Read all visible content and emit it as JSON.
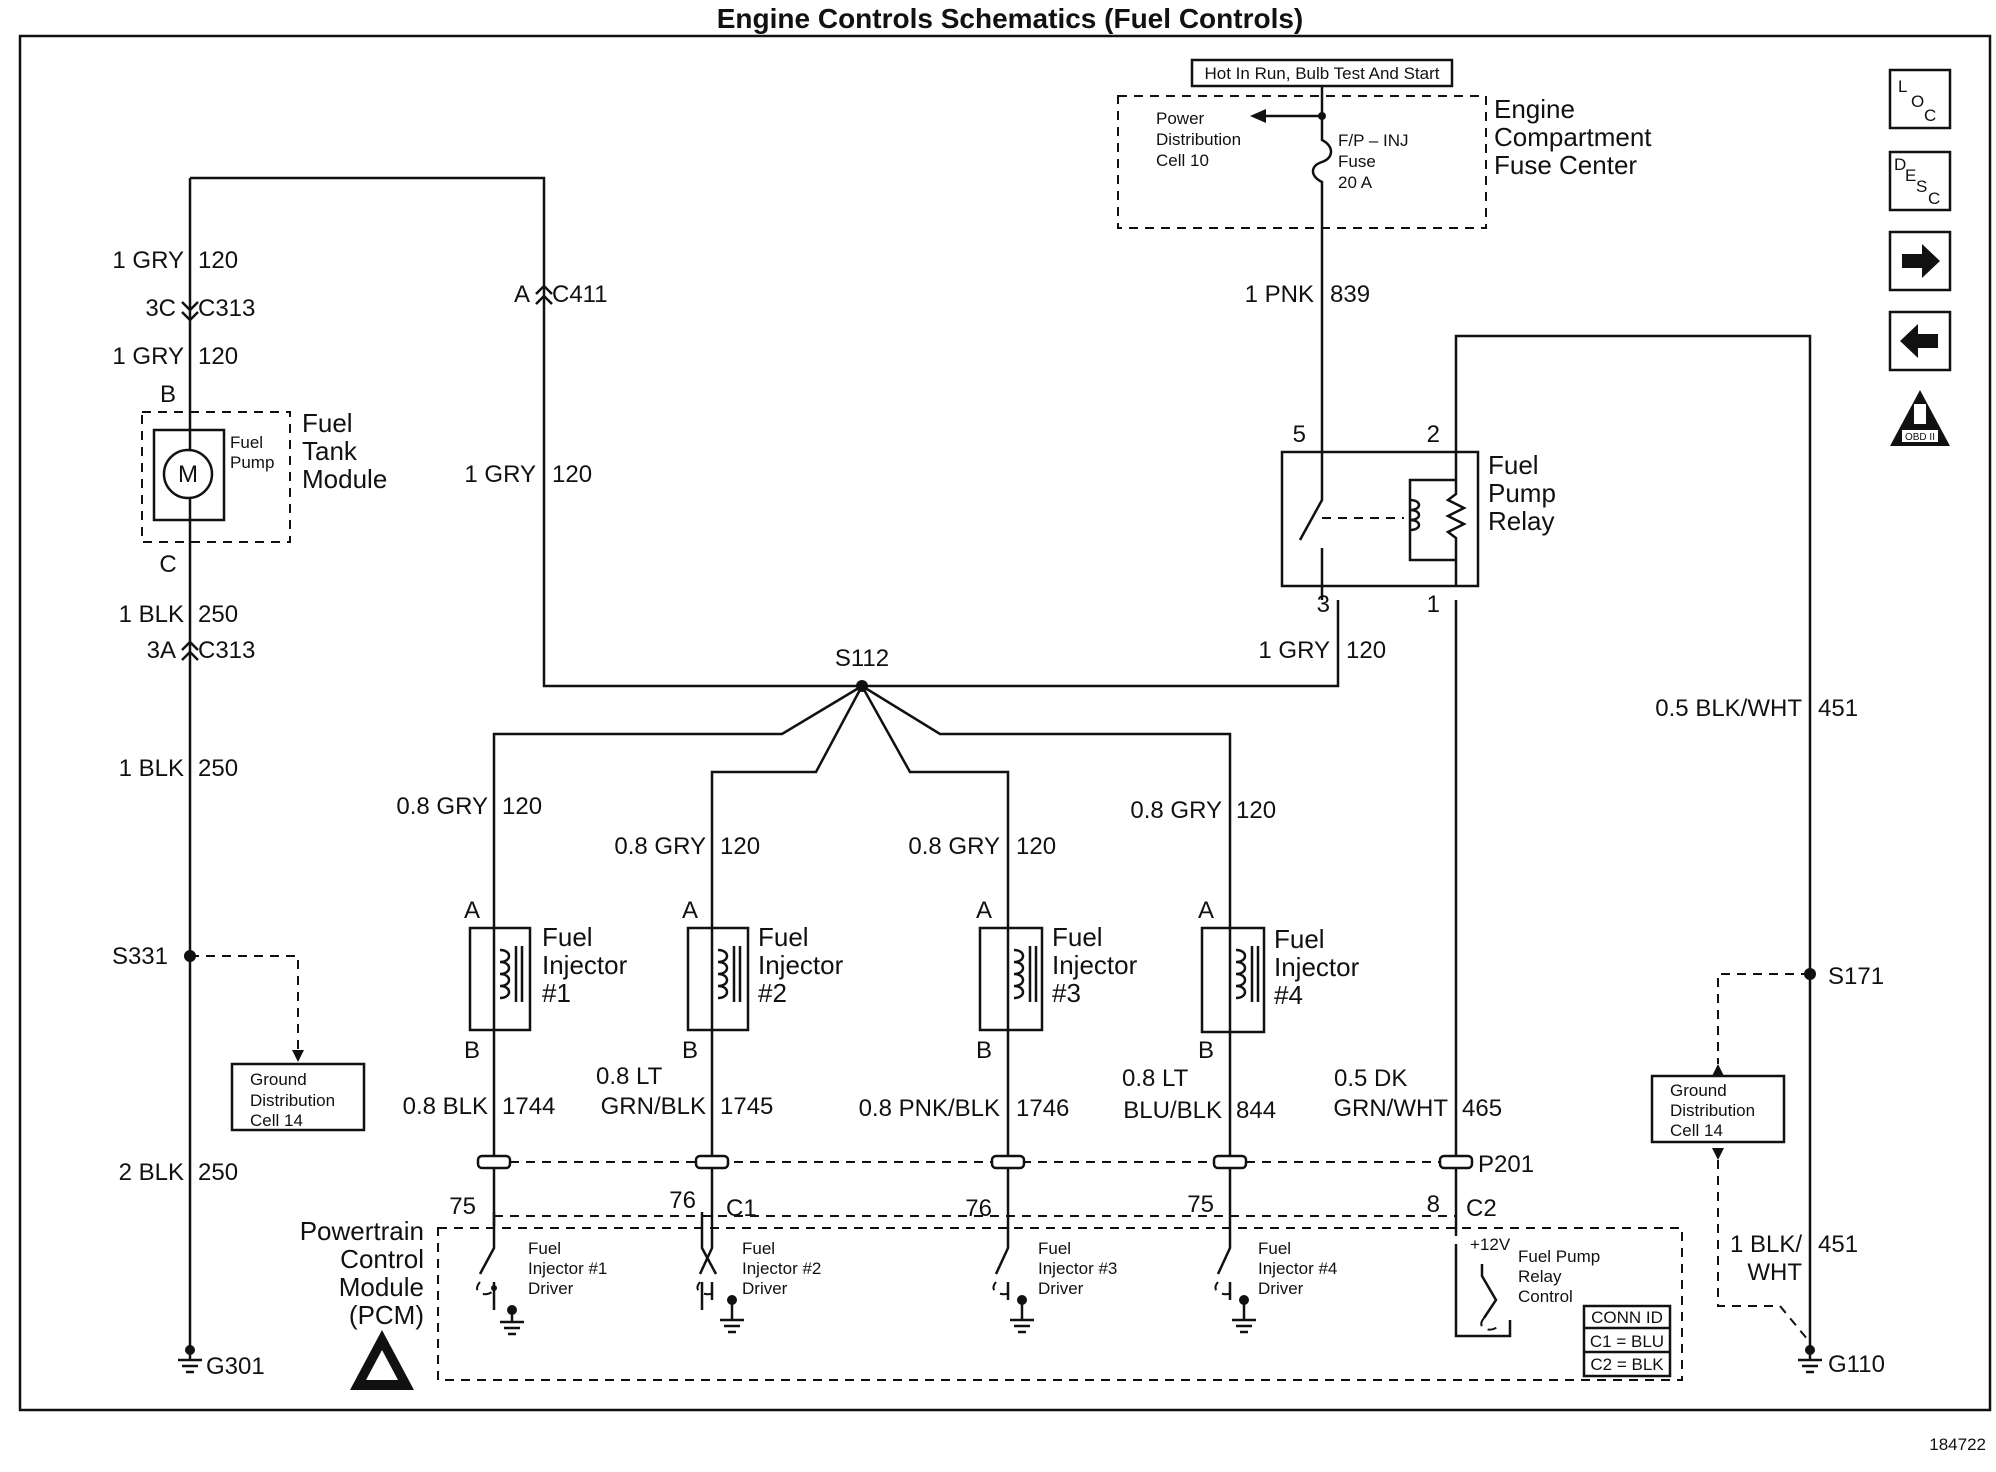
{
  "title": "Engine Controls Schematics (Fuel Controls)",
  "hot_label": "Hot In Run, Bulb Test And Start",
  "fuse_center": {
    "name_lines": [
      "Engine",
      "Compartment",
      "Fuse Center"
    ],
    "pdc_lines": [
      "Power",
      "Distribution",
      "Cell 10"
    ],
    "fuse_lines": [
      "F/P – INJ",
      "Fuse",
      "20 A"
    ]
  },
  "nav": {
    "loc_main": "L",
    "loc_o": "O",
    "loc_c": "C",
    "desc_main": "D",
    "desc_e": "E",
    "desc_s": "S",
    "desc_c": "C",
    "obd": "OBD II"
  },
  "fuel_tank_module": {
    "name_lines": [
      "Fuel",
      "Tank",
      "Module"
    ],
    "pump_lines": [
      "Fuel",
      "Pump"
    ],
    "motor": "M",
    "pin_top": "B",
    "pin_bottom": "C"
  },
  "wires": {
    "w1_color": "1 GRY",
    "w1_circuit": "120",
    "c313_top_pin": "3C",
    "c313_top": "C313",
    "w2_color": "1 GRY",
    "w2_circuit": "120",
    "w3_color": "1 BLK",
    "w3_circuit": "250",
    "c313_bot_pin": "3A",
    "c313_bot": "C313",
    "w4_color": "1 BLK",
    "w4_circuit": "250",
    "w5_color": "2 BLK",
    "w5_circuit": "250",
    "c411_pin": "A",
    "c411": "C411",
    "w6_color": "1 GRY",
    "w6_circuit": "120",
    "pnk_color": "1 PNK",
    "pnk_circuit": "839",
    "relay_out_color": "1 GRY",
    "relay_out_circuit": "120",
    "blkwht_color": "0.5 BLK/WHT",
    "blkwht_circuit": "451",
    "g110_color_1": "1 BLK/",
    "g110_color_2": "WHT",
    "g110_circuit": "451",
    "dkgrn_color_1": "0.5 DK",
    "dkgrn_color_2": "GRN/WHT",
    "dkgrn_circuit": "465"
  },
  "splices": {
    "s331": "S331",
    "s112": "S112",
    "s171": "S171"
  },
  "grounds": {
    "g301": "G301",
    "g110": "G110"
  },
  "ground_dist_left": [
    "Ground",
    "Distribution",
    "Cell 14"
  ],
  "ground_dist_right": [
    "Ground",
    "Distribution",
    "Cell 14"
  ],
  "relay": {
    "name_lines": [
      "Fuel",
      "Pump",
      "Relay"
    ],
    "pin5": "5",
    "pin2": "2",
    "pin3": "3",
    "pin1": "1"
  },
  "injectors": [
    {
      "label": [
        "Fuel",
        "Injector",
        "#1"
      ],
      "pin_a": "A",
      "pin_b": "B",
      "in_color": "0.8 GRY",
      "in_circuit": "120",
      "out_color_1": "",
      "out_color_2": "0.8 BLK",
      "out_circuit": "1744",
      "pcm_pin": "75",
      "pcm_conn": "",
      "driver": [
        "Fuel",
        "Injector #1",
        "Driver"
      ]
    },
    {
      "label": [
        "Fuel",
        "Injector",
        "#2"
      ],
      "pin_a": "A",
      "pin_b": "B",
      "in_color": "0.8 GRY",
      "in_circuit": "120",
      "out_color_1": "0.8 LT",
      "out_color_2": "GRN/BLK",
      "out_circuit": "1745",
      "pcm_pin": "76",
      "pcm_conn": "C1",
      "driver": [
        "Fuel",
        "Injector #2",
        "Driver"
      ]
    },
    {
      "label": [
        "Fuel",
        "Injector",
        "#3"
      ],
      "pin_a": "A",
      "pin_b": "B",
      "in_color": "0.8 GRY",
      "in_circuit": "120",
      "out_color_1": "",
      "out_color_2": "0.8 PNK/BLK",
      "out_circuit": "1746",
      "pcm_pin": "76",
      "pcm_conn": "",
      "driver": [
        "Fuel",
        "Injector #3",
        "Driver"
      ]
    },
    {
      "label": [
        "Fuel",
        "Injector",
        "#4"
      ],
      "pin_a": "A",
      "pin_b": "B",
      "in_color": "0.8 GRY",
      "in_circuit": "120",
      "out_color_1": "0.8 LT",
      "out_color_2": "BLU/BLK",
      "out_circuit": "844",
      "pcm_pin": "75",
      "pcm_conn": "",
      "driver": [
        "Fuel",
        "Injector #4",
        "Driver"
      ]
    }
  ],
  "p201": "P201",
  "pcm": {
    "name_lines": [
      "Powertrain",
      "Control",
      "Module",
      "(PCM)"
    ],
    "relay_pin": "8",
    "relay_conn": "C2",
    "v12": "+12V",
    "relay_ctrl": [
      "Fuel Pump",
      "Relay",
      "Control"
    ],
    "conn_id_title": "CONN ID",
    "conn_c1": "C1 = BLU",
    "conn_c2": "C2 = BLK"
  },
  "figure_number": "184722"
}
